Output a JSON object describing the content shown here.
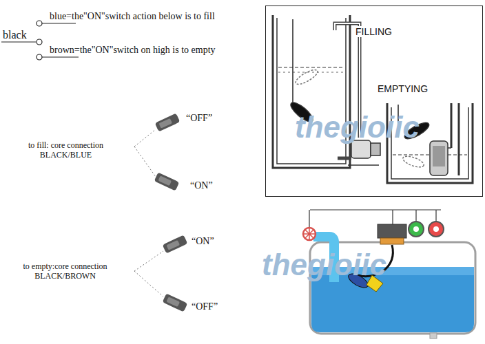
{
  "diagram": {
    "nodes": [
      {
        "text": [
          "FILLING",
          "EMPTYING"
        ]
      }
    ],
    "labels": [
      "black",
      "blue=the\"ON\"switch action below is to fill",
      "brown=the\"ON\"switch on high is to empty",
      "“OFF”",
      "“ON”",
      "to fill: core connection BLACK/BLUE",
      "“ON”",
      "“OFF”",
      "to empty:core connection BLACK/BROWN",
      "thegioiic",
      "thegioiic"
    ]
  }
}
